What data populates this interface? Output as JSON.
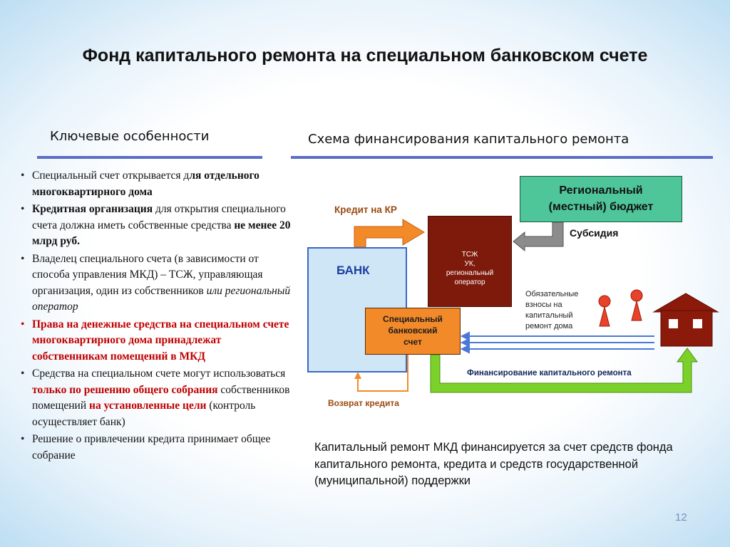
{
  "title": "Фонд капитального ремонта на специальном банковском счете",
  "left_section": {
    "heading": "Ключевые особенности",
    "bullets": [
      {
        "parts": [
          {
            "text": "Специальный счет открывается д",
            "style": "normal"
          },
          {
            "text": "ля отдельного многоквартирного дома",
            "style": "bold"
          }
        ]
      },
      {
        "parts": [
          {
            "text": "Кредитная организация",
            "style": "bold"
          },
          {
            "text": " для открытия специального счета должна иметь собственные средства ",
            "style": "normal"
          },
          {
            "text": "не менее 20 млрд руб.",
            "style": "bold"
          }
        ]
      },
      {
        "parts": [
          {
            "text": "Владелец специального счета (в зависимости от способа управления МКД) – ТСЖ, управляющая организация, один из собственников ",
            "style": "normal"
          },
          {
            "text": "или региональный оператор",
            "style": "italic"
          }
        ]
      },
      {
        "red_bullet": true,
        "parts": [
          {
            "text": "Права на денежные средства на специальном счете многоквартирного дома принадлежат собственникам помещений в МКД",
            "style": "red"
          }
        ]
      },
      {
        "parts": [
          {
            "text": "Средства на специальном счете могут использоваться ",
            "style": "normal"
          },
          {
            "text": "только по решению общего собрания",
            "style": "red"
          },
          {
            "text": " собственников помещений ",
            "style": "normal"
          },
          {
            "text": "на установленные цели",
            "style": "red"
          },
          {
            "text": " (контроль осуществляет банк)",
            "style": "normal"
          }
        ]
      },
      {
        "parts": [
          {
            "text": "Решение о привлечении кредита принимает общее собрание",
            "style": "normal"
          }
        ]
      }
    ]
  },
  "right_section": {
    "heading": "Схема финансирования капитального ремонта"
  },
  "diagram": {
    "bank": "БАНК",
    "tsj_lines": [
      "ТСЖ",
      "УК,",
      "региональный",
      "оператор"
    ],
    "special_account_lines": [
      "Специальный",
      "банковский",
      "счет"
    ],
    "budget_lines": [
      "Региональный",
      "(местный) бюджет"
    ],
    "credit_label": "Кредит на КР",
    "subsidy_label": "Субсидия",
    "contributions_lines": [
      "Обязательные",
      "взносы на",
      "капитальный",
      "ремонт дома"
    ],
    "funding_label": "Финансирование капитального ремонта",
    "return_label": "Возврат кредита",
    "colors": {
      "bank_fill": "#cfe6f7",
      "bank_border": "#3b67c4",
      "tsj_fill": "#7e1a0c",
      "special_fill": "#f28a2a",
      "budget_fill": "#4fc59a",
      "credit_arrow": "#f28a2a",
      "subsidy_arrow": "#8c8c8c",
      "funding_arrow": "#7bd12a",
      "contrib_arrows": "#4a78d8",
      "house": "#8b1a0a",
      "person": "#e8422a"
    }
  },
  "conclusion": "Капитальный ремонт МКД финансируется за счет средств фонда капитального ремонта, кредита и средств государственной (муниципальной) поддержки",
  "page_number": "12"
}
